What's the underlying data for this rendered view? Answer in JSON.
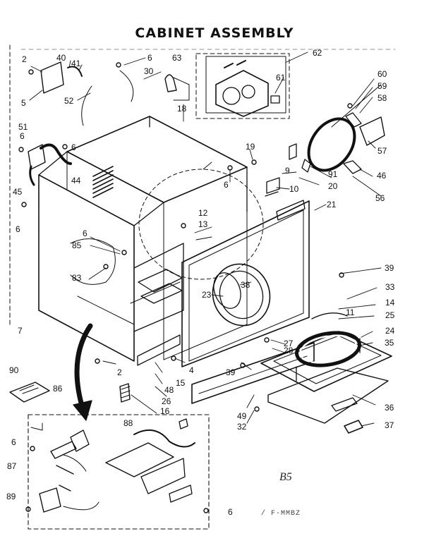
{
  "title": "CABINET ASSEMBLY",
  "page_mark": "B5",
  "footer_code": "/ F-MMBZ",
  "callouts": [
    {
      "id": "c2a",
      "label": "2"
    },
    {
      "id": "c40",
      "label": "40"
    },
    {
      "id": "c41",
      "label": "41"
    },
    {
      "id": "c6a",
      "label": "6"
    },
    {
      "id": "c30",
      "label": "30"
    },
    {
      "id": "c63",
      "label": "63"
    },
    {
      "id": "c62",
      "label": "62"
    },
    {
      "id": "c5",
      "label": "5"
    },
    {
      "id": "c52",
      "label": "52"
    },
    {
      "id": "c18",
      "label": "18"
    },
    {
      "id": "c61",
      "label": "61"
    },
    {
      "id": "c60",
      "label": "60"
    },
    {
      "id": "c59",
      "label": "59"
    },
    {
      "id": "c58",
      "label": "58"
    },
    {
      "id": "c51",
      "label": "51"
    },
    {
      "id": "c6b",
      "label": "6"
    },
    {
      "id": "c6c",
      "label": "6"
    },
    {
      "id": "c19",
      "label": "19"
    },
    {
      "id": "c9",
      "label": "9"
    },
    {
      "id": "c57",
      "label": "57"
    },
    {
      "id": "c6d",
      "label": "6"
    },
    {
      "id": "c91",
      "label": "91"
    },
    {
      "id": "c20",
      "label": "20"
    },
    {
      "id": "c46",
      "label": "46"
    },
    {
      "id": "c44",
      "label": "44"
    },
    {
      "id": "c45",
      "label": "45"
    },
    {
      "id": "c10",
      "label": "10"
    },
    {
      "id": "c56",
      "label": "56"
    },
    {
      "id": "c21",
      "label": "21"
    },
    {
      "id": "c6e",
      "label": "6"
    },
    {
      "id": "c12",
      "label": "12"
    },
    {
      "id": "c13",
      "label": "13"
    },
    {
      "id": "c6f",
      "label": "6"
    },
    {
      "id": "c85",
      "label": "85"
    },
    {
      "id": "c83",
      "label": "83"
    },
    {
      "id": "c39a",
      "label": "39"
    },
    {
      "id": "c23",
      "label": "23"
    },
    {
      "id": "c38",
      "label": "38"
    },
    {
      "id": "c33",
      "label": "33"
    },
    {
      "id": "c11",
      "label": "11"
    },
    {
      "id": "c14",
      "label": "14"
    },
    {
      "id": "c7",
      "label": "7"
    },
    {
      "id": "c25",
      "label": "25"
    },
    {
      "id": "c24",
      "label": "24"
    },
    {
      "id": "c27",
      "label": "27"
    },
    {
      "id": "c28",
      "label": "28"
    },
    {
      "id": "c35",
      "label": "35"
    },
    {
      "id": "c90",
      "label": "90"
    },
    {
      "id": "c2b",
      "label": "2"
    },
    {
      "id": "c4",
      "label": "4"
    },
    {
      "id": "c39b",
      "label": "39"
    },
    {
      "id": "c86",
      "label": "86"
    },
    {
      "id": "c15",
      "label": "15"
    },
    {
      "id": "c48",
      "label": "48"
    },
    {
      "id": "c26",
      "label": "26"
    },
    {
      "id": "c16",
      "label": "16"
    },
    {
      "id": "c49",
      "label": "49"
    },
    {
      "id": "c32",
      "label": "32"
    },
    {
      "id": "c36",
      "label": "36"
    },
    {
      "id": "c88",
      "label": "88"
    },
    {
      "id": "c37",
      "label": "37"
    },
    {
      "id": "c6g",
      "label": "6"
    },
    {
      "id": "c87",
      "label": "87"
    },
    {
      "id": "c89",
      "label": "89"
    },
    {
      "id": "c6h",
      "label": "6"
    }
  ]
}
